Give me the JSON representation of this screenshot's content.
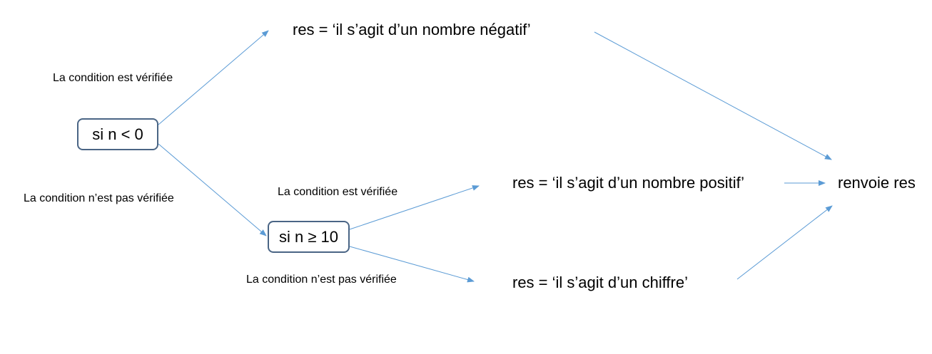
{
  "colors": {
    "arrow": "#5b9bd5",
    "box_border": "#4a6585",
    "text": "#000000",
    "background": "#ffffff"
  },
  "nodes": {
    "cond1": "si n < 0",
    "cond2": "si n ≥ 10",
    "negatif": "res = ‘il s’agit d’un nombre négatif’",
    "positif": "res = ‘il s’agit d’un nombre positif’",
    "chiffre": "res = ‘il s’agit d’un chiffre’",
    "renvoie": "renvoie res"
  },
  "edge_labels": {
    "cond1_true": "La condition est vérifiée",
    "cond1_false": "La condition n’est pas vérifiée",
    "cond2_true": "La condition est vérifiée",
    "cond2_false": "La condition n’est pas vérifiée"
  }
}
